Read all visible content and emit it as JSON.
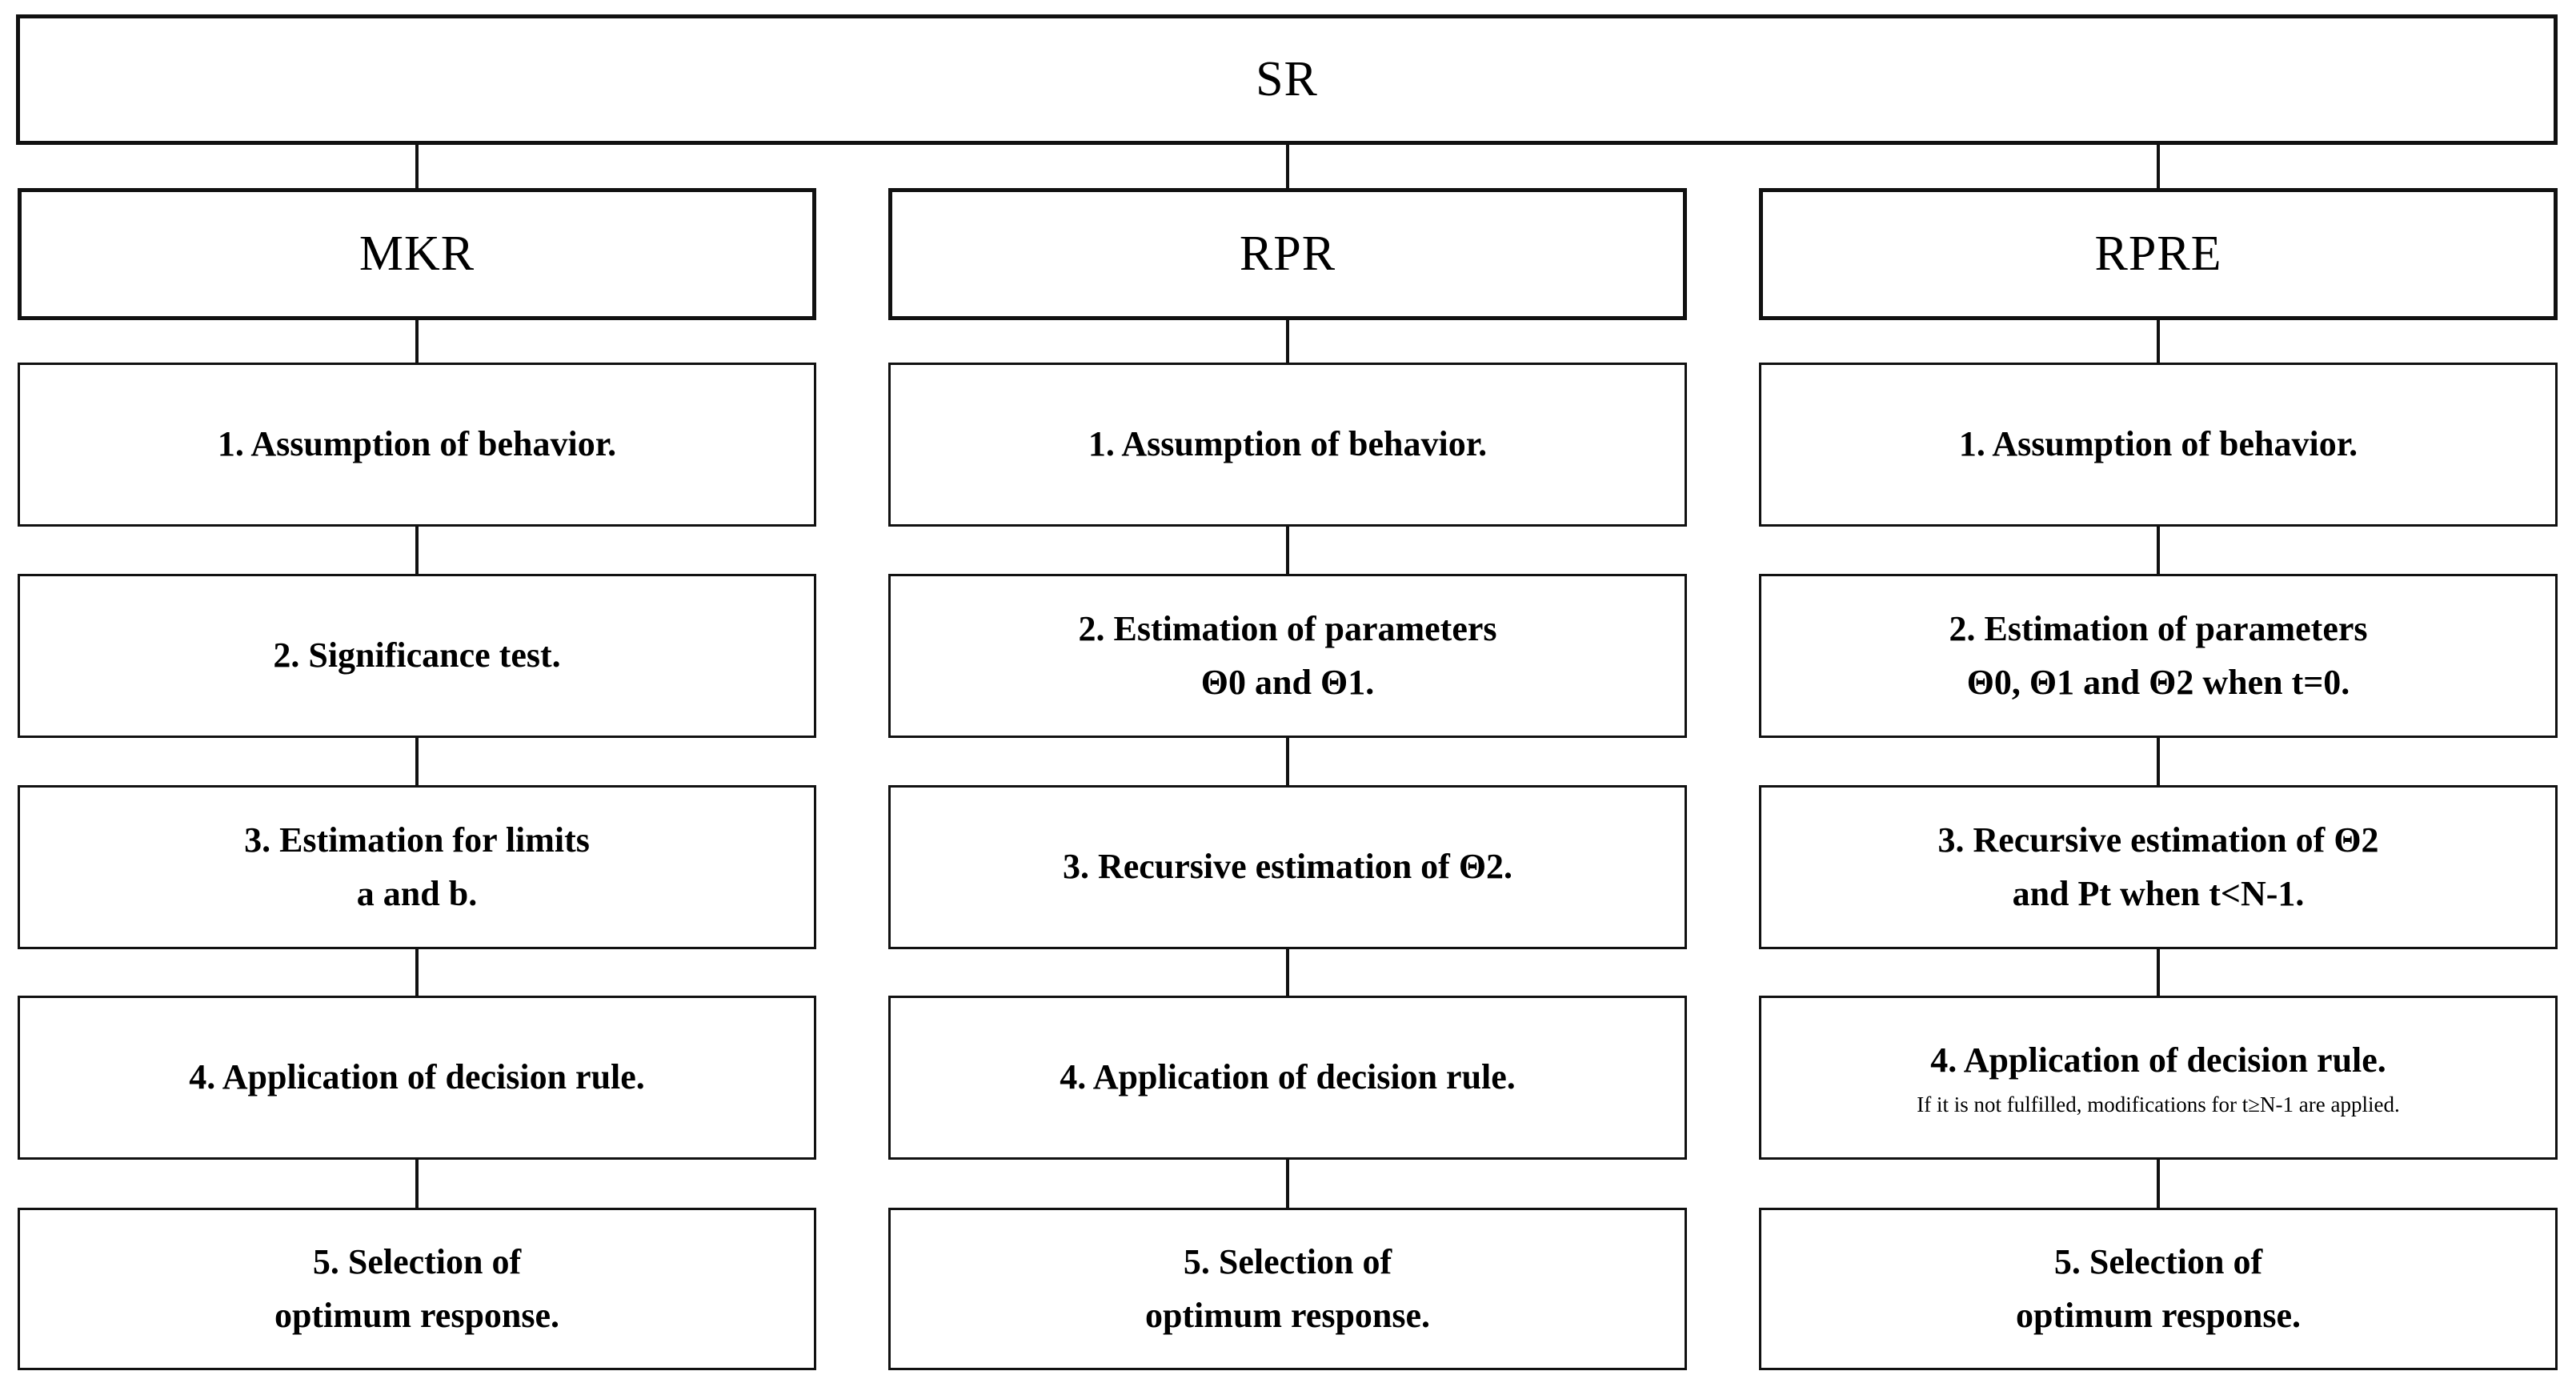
{
  "diagram": {
    "root": {
      "label": "SR"
    },
    "columns": [
      {
        "header": "MKR",
        "steps": [
          {
            "lines": [
              "1. Assumption of behavior."
            ],
            "note": ""
          },
          {
            "lines": [
              "2. Significance test."
            ],
            "note": ""
          },
          {
            "lines": [
              "3. Estimation for limits",
              "a and b."
            ],
            "note": ""
          },
          {
            "lines": [
              "4. Application of decision rule."
            ],
            "note": ""
          },
          {
            "lines": [
              "5. Selection of",
              "optimum response."
            ],
            "note": ""
          }
        ]
      },
      {
        "header": "RPR",
        "steps": [
          {
            "lines": [
              "1. Assumption of behavior."
            ],
            "note": ""
          },
          {
            "lines": [
              "2. Estimation of parameters",
              "Θ0 and Θ1."
            ],
            "note": ""
          },
          {
            "lines": [
              "3. Recursive estimation of Θ2."
            ],
            "note": ""
          },
          {
            "lines": [
              "4. Application of decision rule."
            ],
            "note": ""
          },
          {
            "lines": [
              "5. Selection of",
              "optimum response."
            ],
            "note": ""
          }
        ]
      },
      {
        "header": "RPRE",
        "steps": [
          {
            "lines": [
              "1. Assumption of behavior."
            ],
            "note": ""
          },
          {
            "lines": [
              "2. Estimation of parameters",
              "Θ0, Θ1 and Θ2 when t=0."
            ],
            "note": ""
          },
          {
            "lines": [
              "3. Recursive estimation of Θ2",
              "and Pt when t<N-1."
            ],
            "note": ""
          },
          {
            "lines": [
              "4. Application of decision rule."
            ],
            "note": "If it is not fulfilled, modifications for t≥N-1 are applied."
          },
          {
            "lines": [
              "5. Selection of",
              "optimum response."
            ],
            "note": ""
          }
        ]
      }
    ],
    "colors": {
      "stroke": "#111111",
      "background": "#ffffff",
      "text": "#000000"
    }
  }
}
